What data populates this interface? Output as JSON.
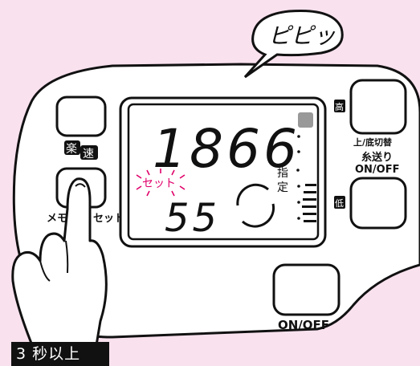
{
  "speech_bubble": "ピピッ",
  "display": {
    "counter": "1866",
    "speed": "55",
    "set_indicator": "セット",
    "shitei_top": "指",
    "shitei_bottom": "定"
  },
  "buttons": {
    "speed_label_raku": "楽",
    "speed_label_soku": "速",
    "memo_left": "メモ",
    "memo_right": "セット",
    "high_icon": "高",
    "low_icon": "低",
    "needle_label": "上/底切替",
    "thread_label_line1": "糸送り",
    "thread_label_line2": "ON/OFF",
    "power_label": "ON/OFF"
  },
  "badge": "3 秒以上"
}
